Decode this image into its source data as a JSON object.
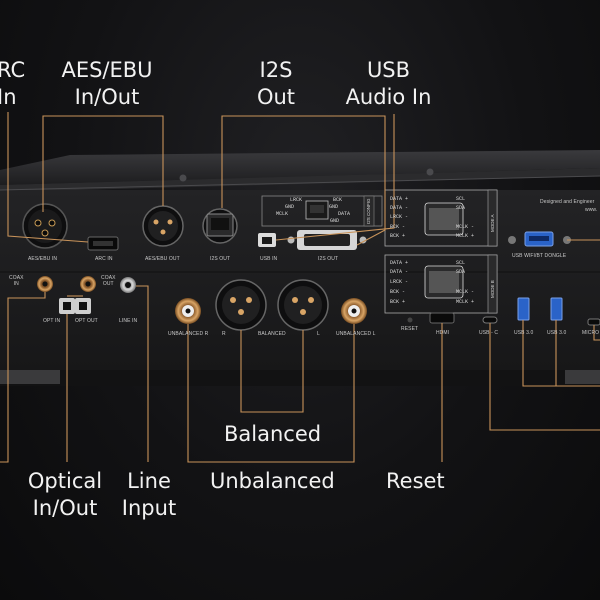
{
  "callouts": {
    "arc": [
      "RC",
      "In"
    ],
    "aes": [
      "AES/EBU",
      "In/Out"
    ],
    "i2s": [
      "I2S",
      "Out"
    ],
    "usb_audio": [
      "USB",
      "Audio In"
    ],
    "balanced": "Balanced",
    "optical": [
      "Optical",
      "In/Out"
    ],
    "line": [
      "Line",
      "Input"
    ],
    "unbalanced": "Unbalanced",
    "reset": "Reset"
  },
  "panel_labels": {
    "aes_ebu_in": "AES/EBU IN",
    "arc_in": "ARC IN",
    "aes_ebu_out": "AES/EBU OUT",
    "i2s_out_left": "I2S OUT",
    "usb_in": "USB IN",
    "i2s_out_right": "I2S OUT",
    "usb_dongle": "USB WIFI/BT DONGLE",
    "designed": "Designed and Engineer",
    "www": "www.",
    "coax_in": [
      "COAX",
      "IN"
    ],
    "coax_out": [
      "COAX",
      "OUT"
    ],
    "opt_in": "OPT IN",
    "opt_out": "OPT OUT",
    "line_in": "LINE IN",
    "unbalanced_r": "UNBALANCED R",
    "balanced_r": "R",
    "balanced": "BALANCED",
    "balanced_l": "L",
    "unbalanced_l": "UNBALANCED L",
    "reset": "RESET",
    "hdmi": "HDMI",
    "usb_c": "USB - C",
    "usb30_a": "USB 3.0",
    "usb30_b": "USB 3.0",
    "micro": "MICRO"
  },
  "rj45_pins": [
    "LRCK",
    "GND",
    "MCLK",
    "BCK",
    "GND",
    "DATA",
    "GND"
  ],
  "rj45_side": "I2S CONFIG",
  "mode_a": {
    "side": "MODE A",
    "left": [
      "DATA +",
      "DATA -",
      "LRCK -",
      "BCK -",
      "BCK +"
    ],
    "right": [
      "SCL",
      "SDA",
      "MCLK -",
      "MCLK +"
    ]
  },
  "mode_b": {
    "side": "MODE B",
    "left": [
      "DATA +",
      "DATA -",
      "LRCK -",
      "BCK -",
      "BCK +"
    ],
    "right": [
      "SCL",
      "SDA",
      "MCLK -",
      "MCLK +"
    ]
  },
  "colors": {
    "accent": "#c8935a",
    "text": "#f2f2f2",
    "panel": "#1c1c1e"
  }
}
